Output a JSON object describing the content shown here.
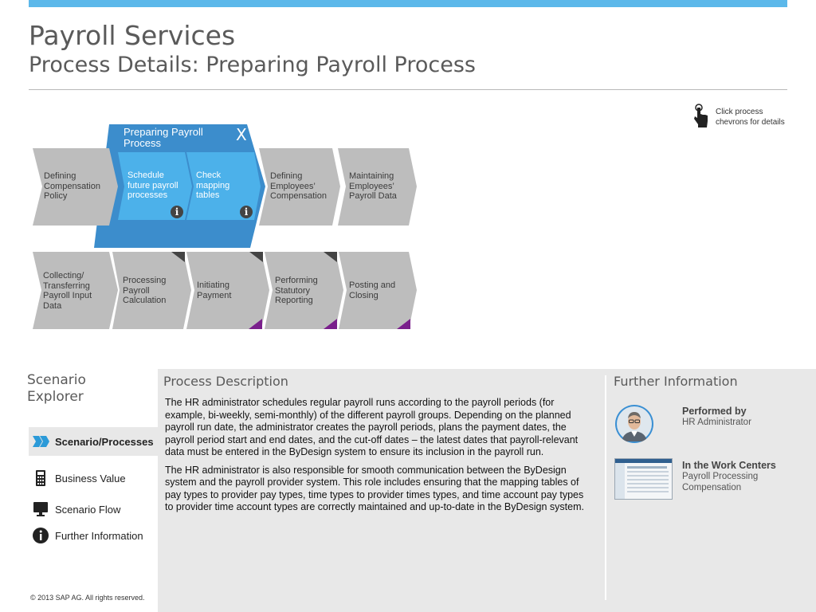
{
  "header": {
    "title": "Payroll Services",
    "subtitle": "Process Details: Preparing Payroll Process"
  },
  "hint": {
    "line1": "Click process",
    "line2": "chevrons for details"
  },
  "flow": {
    "group": {
      "title": "Preparing Payroll Process",
      "close_label": "X",
      "steps": [
        {
          "label": "Schedule future payroll processes",
          "info": "i"
        },
        {
          "label": "Check mapping tables",
          "info": "i"
        }
      ]
    },
    "row1": [
      {
        "label": "Defining Compensation Policy"
      },
      {
        "label": "Defining Employees’ Compensation"
      },
      {
        "label": "Maintaining Employees’ Payroll Data"
      }
    ],
    "row2": [
      {
        "label": "Collecting/ Transferring Payroll Input Data"
      },
      {
        "label": "Processing Payroll Calculation"
      },
      {
        "label": "Initiating Payment"
      },
      {
        "label": "Performing Statutory Reporting"
      },
      {
        "label": "Posting and Closing"
      }
    ],
    "colors": {
      "chevron_gray": "#bdbdbd",
      "group_dark": "#3c8dcc",
      "group_light": "#4cb1ea",
      "corner_dark": "#444444",
      "corner_purple": "#7a1f8c"
    }
  },
  "explorer": {
    "title": "Scenario Explorer",
    "items": [
      {
        "label": "Scenario/Processes",
        "icon": "chevrons-icon",
        "active": true
      },
      {
        "label": "Business Value",
        "icon": "calculator-icon"
      },
      {
        "label": "Scenario Flow",
        "icon": "monitor-icon"
      },
      {
        "label": "Further Information",
        "icon": "info-icon"
      }
    ]
  },
  "description": {
    "title": "Process Description",
    "paragraphs": [
      "The HR administrator schedules regular payroll runs according to the payroll periods (for example, bi-weekly, semi-monthly) of the different payroll groups. Depending on the planned payroll run date, the administrator creates the payroll periods, plans the payment dates, the payroll period start and end dates, and the cut-off dates – the latest dates that payroll-relevant data must be entered in the ByDesign system to ensure its inclusion in the payroll run.",
      "The HR administrator is also responsible for smooth communication between the ByDesign system and the payroll provider system. This role includes ensuring that the mapping tables of pay types to provider pay types, time types to provider times types, and time account pay types to provider time account types are correctly maintained and up-to-date in the ByDesign system."
    ]
  },
  "further_info": {
    "title": "Further Information",
    "performed_by_label": "Performed by",
    "performed_by": "HR Administrator",
    "work_centers_label": "In the Work Centers",
    "work_centers": [
      "Payroll Processing",
      "Compensation"
    ]
  },
  "footer": {
    "copyright": "©  2013 SAP AG. All rights reserved."
  }
}
